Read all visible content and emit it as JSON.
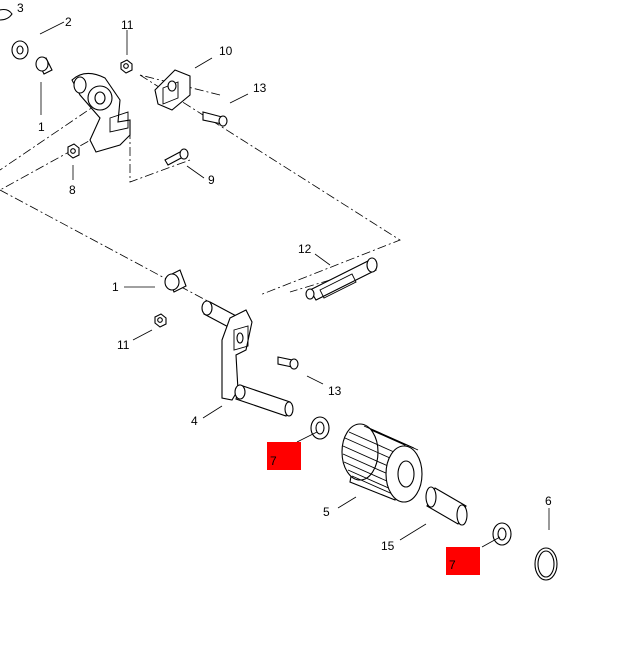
{
  "colors": {
    "highlight": "#ff0000",
    "line": "#000000",
    "background": "#ffffff"
  },
  "labels": {
    "l3": "3",
    "l2": "2",
    "l1_top": "1",
    "l11_top": "11",
    "l10": "10",
    "l13_top": "13",
    "l8": "8",
    "l9": "9",
    "l12": "12",
    "l1_mid": "1",
    "l11_mid": "11",
    "l13_mid": "13",
    "l4": "4",
    "l7_a": "7",
    "l5": "5",
    "l15": "15",
    "l6": "6",
    "l7_b": "7"
  }
}
